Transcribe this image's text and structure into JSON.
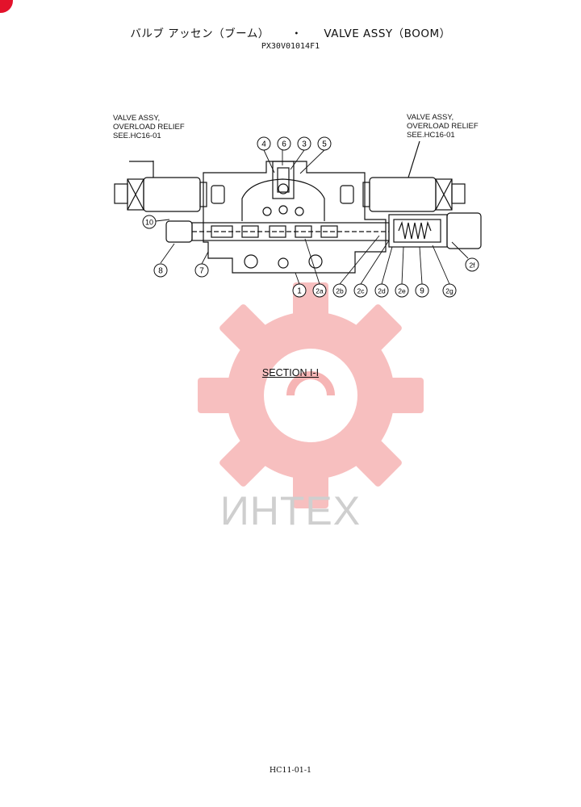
{
  "title": {
    "jp": "バルブ アッセン（ブーム）",
    "sep": "・",
    "en": "VALVE ASSY（BOOM）"
  },
  "part_code": "PX30V01014F1",
  "notes": {
    "left": "VALVE ASSY,\nOVERLOAD RELIEF\nSEE.HC16-01",
    "right": "VALVE ASSY,\nOVERLOAD RELIEF\nSEE.HC16-01"
  },
  "callouts": [
    "4",
    "6",
    "3",
    "5",
    "10",
    "8",
    "7",
    "1",
    "2a",
    "2b",
    "2c",
    "2d",
    "2e",
    "9",
    "2g",
    "2f"
  ],
  "section_label": "SECTION I-I",
  "footer": "HC11-01-1",
  "watermark": {
    "text": "ИНТЕХ",
    "color": "#f6b5b5"
  },
  "colors": {
    "badge": "#e3122b",
    "line": "#111111"
  }
}
